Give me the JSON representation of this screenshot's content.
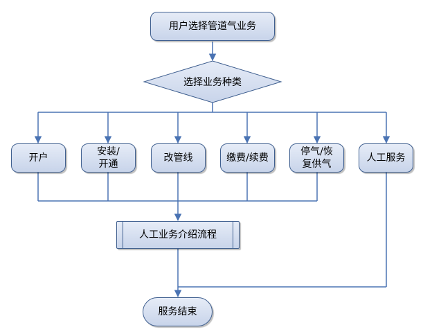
{
  "diagram": {
    "start": "用户选择管道气业务",
    "decision": "选择业务种类",
    "options": [
      {
        "line1": "开户",
        "line2": ""
      },
      {
        "line1": "安装/",
        "line2": "开通"
      },
      {
        "line1": "改管线",
        "line2": ""
      },
      {
        "line1": "缴费/续费",
        "line2": ""
      },
      {
        "line1": "停气/恢",
        "line2": "复供气"
      },
      {
        "line1": "人工服务",
        "line2": ""
      }
    ],
    "process": "人工业务介绍流程",
    "end": "服务结束"
  },
  "colors": {
    "line": "#4a73b3",
    "box_border": "#3f5f8f",
    "box_fill_top": "#e6ecf7",
    "box_fill_bottom": "#c8d4ea"
  }
}
